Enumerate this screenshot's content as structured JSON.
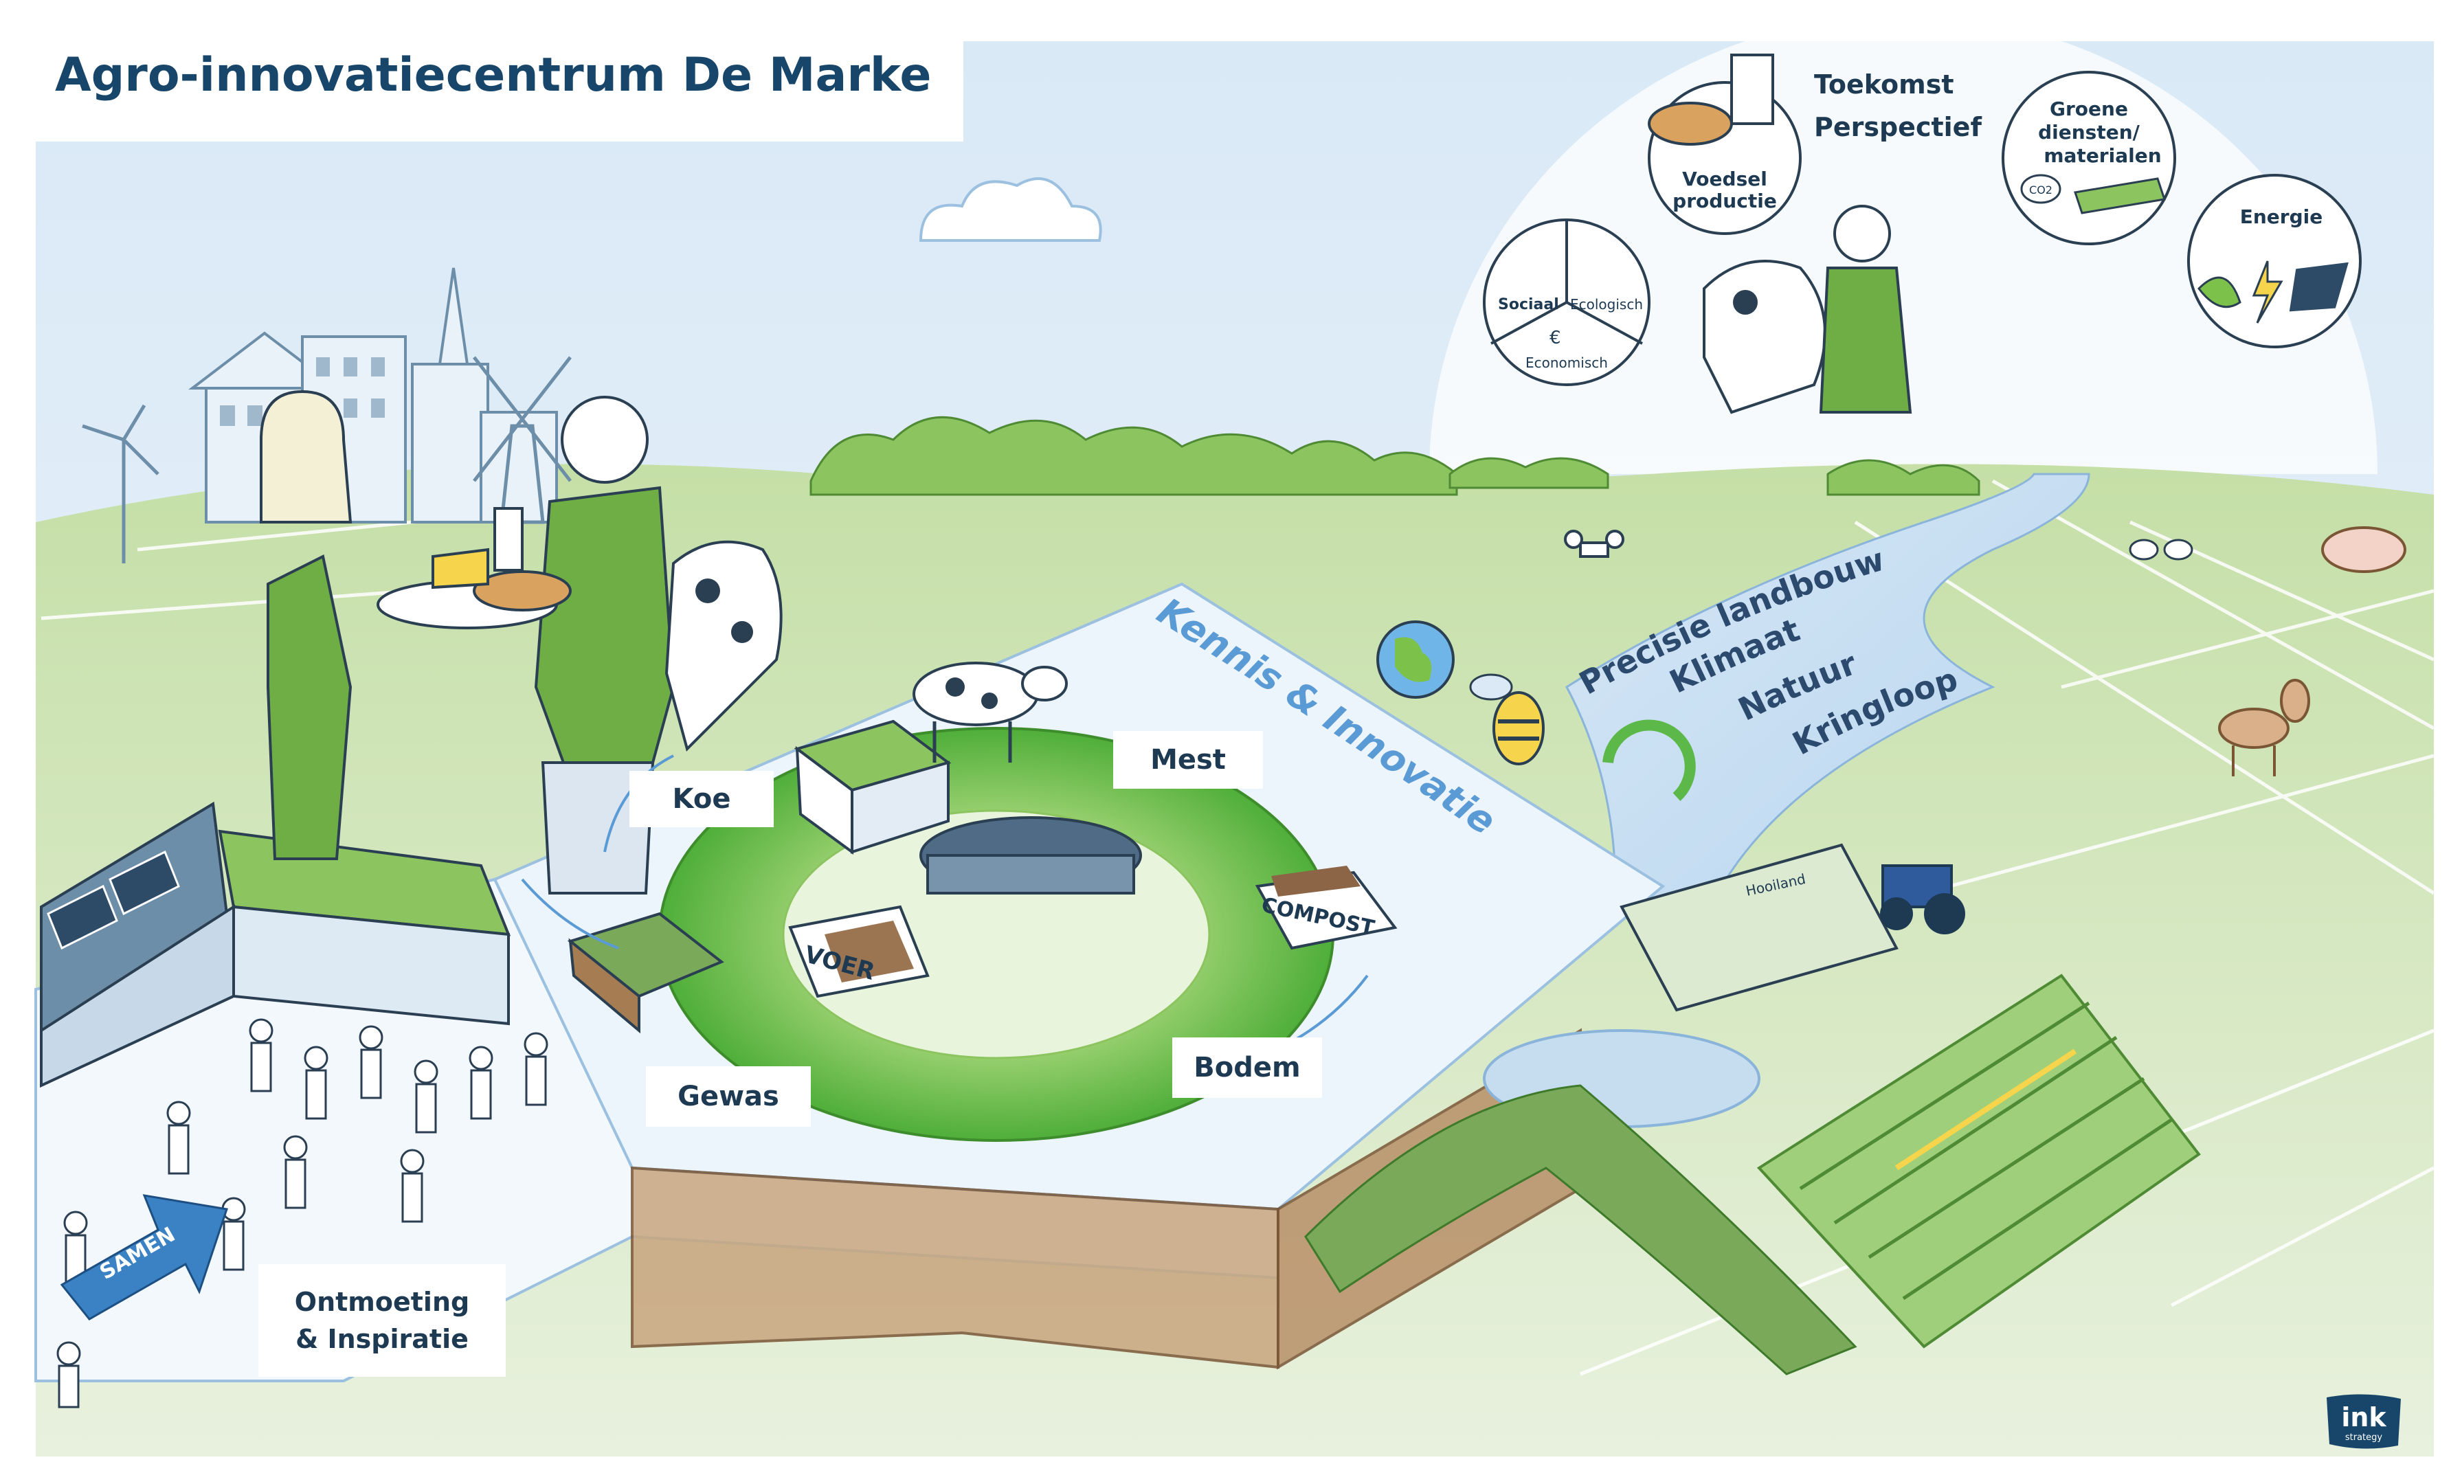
{
  "title": "Agro-innovatiecentrum De Marke",
  "center_labels": {
    "koe": "Koe",
    "mest": "Mest",
    "gewas": "Gewas",
    "bodem": "Bodem",
    "knowledge_arc": "Kennis & Innovatie"
  },
  "building_signs": {
    "voer": "VOER",
    "compost": "COMPOST"
  },
  "meeting": {
    "line1": "Ontmoeting",
    "line2": "& Inspiratie",
    "arrow_label": "SAMEN"
  },
  "river_words": [
    "Precisie landbouw",
    "Klimaat",
    "Natuur",
    "Kringloop"
  ],
  "future": {
    "line1": "Toekomst",
    "line2": "Perspectief",
    "voedsel_line1": "Voedsel",
    "voedsel_line2": "productie",
    "groene_line1": "Groene",
    "groene_line2": "diensten/",
    "groene_line3": "materialen",
    "energie": "Energie",
    "co2": "CO2"
  },
  "sustainability_pie": {
    "sociaal": "Sociaal",
    "ecologisch": "Ecologisch",
    "economisch": "Economisch",
    "euro": "€"
  },
  "sign_hooiland": "Hooiland",
  "logo": {
    "ink": "ink",
    "strategy": "strategy"
  },
  "colors": {
    "title_navy": "#17466a",
    "arc_blue": "#5b9bd5",
    "river_text": "#2c4a6e",
    "grass_green": "#7cc24a",
    "ring_green": "#5cb848",
    "sky_blue": "#e3eff8"
  },
  "icons": [
    "wind-turbine-icon",
    "windmill-icon",
    "church-icon",
    "cow-icon",
    "bee-icon",
    "drone-icon",
    "tractor-icon",
    "recycle-icon",
    "globe-icon",
    "deer-icon",
    "pig-icon",
    "chicken-icon",
    "solar-panel-icon",
    "leaf-icon",
    "lightning-icon",
    "bread-icon",
    "milk-icon",
    "cheese-icon"
  ]
}
